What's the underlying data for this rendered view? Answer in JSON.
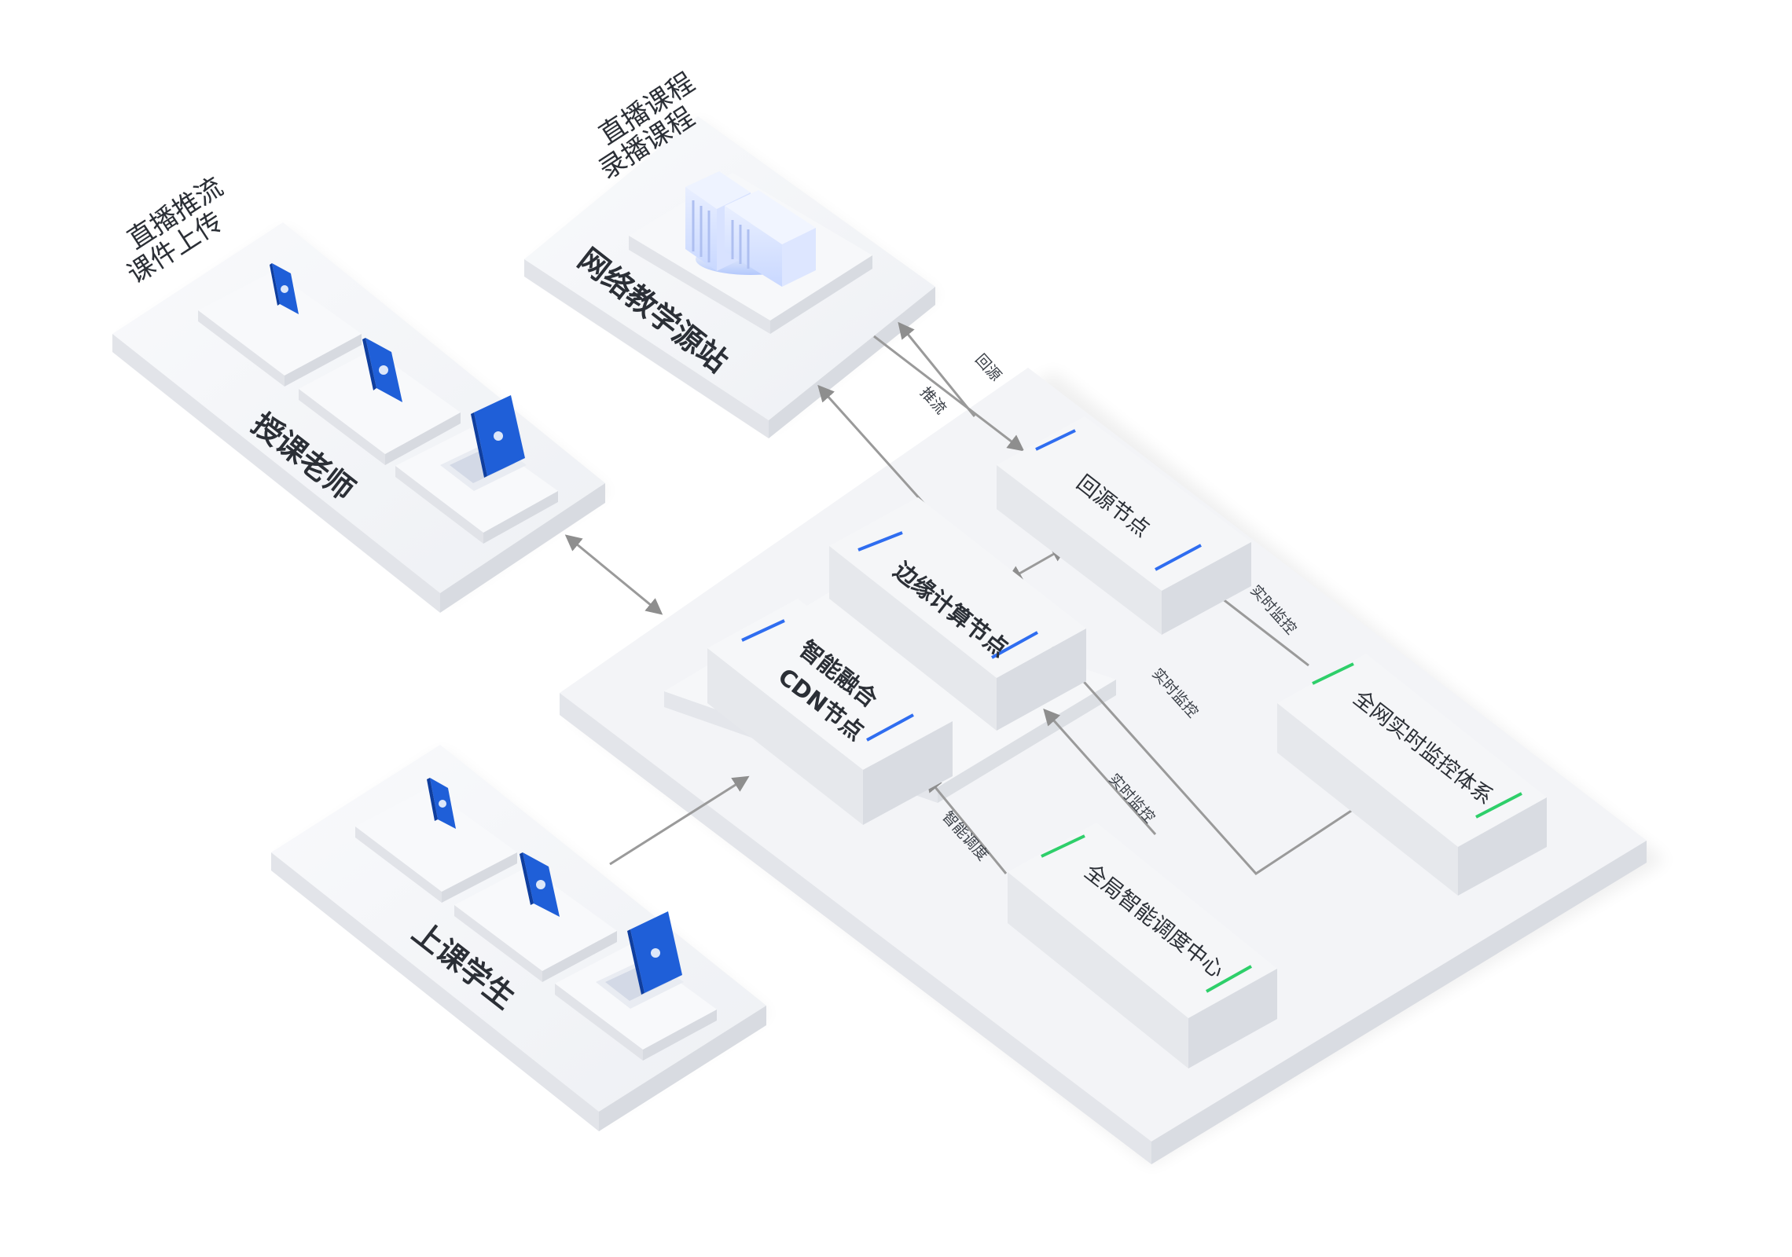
{
  "teacher": {
    "caption_line1": "直播推流",
    "caption_line2": "课件上传",
    "label": "授课老师"
  },
  "source_site": {
    "caption_line1": "直播课程",
    "caption_line2": "录播课程",
    "label": "网络教学源站"
  },
  "student": {
    "label": "上课学生"
  },
  "nodes": {
    "origin_node": "回源节点",
    "edge_node": "边缘计算节点",
    "cdn_node_line1": "智能融合",
    "cdn_node_line2": "CDN节点",
    "monitor_system": "全网实时监控体系",
    "dispatch_center": "全局智能调度中心"
  },
  "arrows": {
    "back_to_source": "回源",
    "push_stream": "推流",
    "realtime_monitor_1": "实时监控",
    "realtime_monitor_2": "实时监控",
    "realtime_monitor_3": "实时监控",
    "smart_dispatch": "智能调度"
  },
  "colors": {
    "accent_blue": "#2f6df0",
    "accent_green": "#2ecf6a",
    "device_blue": "#1f5fd8",
    "connector": "#9a9a9a"
  }
}
